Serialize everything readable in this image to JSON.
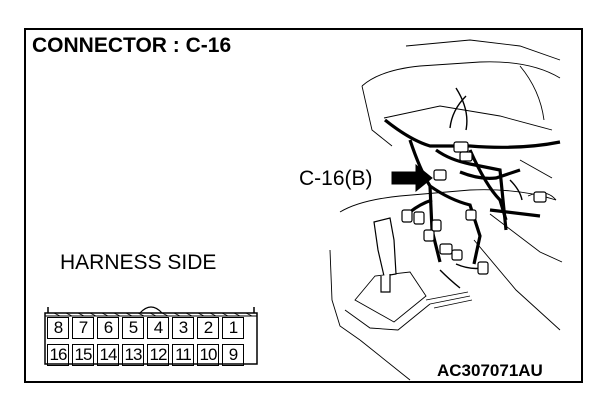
{
  "title": "CONNECTOR : C-16",
  "harness_label": "HARNESS SIDE",
  "callout_label": "C-16(B)",
  "figure_code": "AC307071AU",
  "connector": {
    "top_row": [
      "8",
      "7",
      "6",
      "5",
      "4",
      "3",
      "2",
      "1"
    ],
    "bottom_row": [
      "16",
      "15",
      "14",
      "13",
      "12",
      "11",
      "10",
      "9"
    ]
  }
}
